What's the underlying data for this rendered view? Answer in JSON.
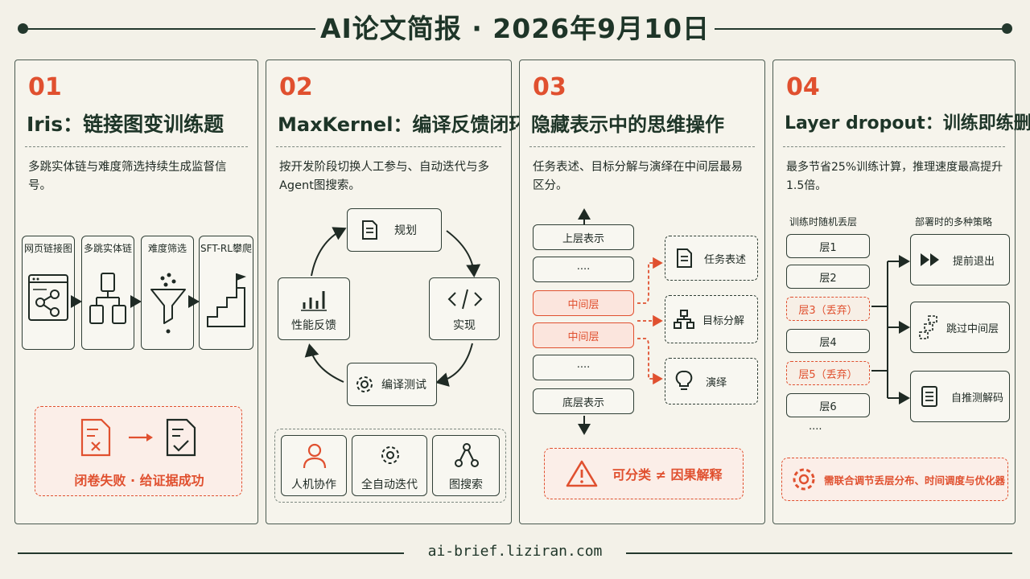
{
  "header": {
    "title": "AI论文简报 · 2026年9月10日"
  },
  "cards": [
    {
      "num": "01",
      "title": "Iris：链接图变训练题",
      "desc": "多跳实体链与难度筛选持续生成监督信号。",
      "steps": [
        "网页链接图",
        "多跳实体链",
        "难度筛选",
        "SFT-RL攀爬"
      ],
      "result": "闭卷失败 · 给证据成功"
    },
    {
      "num": "02",
      "title": "MaxKernel：编译反馈闭环",
      "desc": "按开发阶段切换人工参与、自动迭代与多Agent图搜索。",
      "cycle": [
        "规划",
        "实现",
        "编译测试",
        "性能反馈"
      ],
      "modes": [
        "人机协作",
        "全自动迭代",
        "图搜索"
      ]
    },
    {
      "num": "03",
      "title": "隐藏表示中的思维操作",
      "desc": "任务表述、目标分解与演绎在中间层最易区分。",
      "layers": [
        "上层表示",
        "····",
        "中间层",
        "中间层",
        "····",
        "底层表示"
      ],
      "ops": [
        "任务表述",
        "目标分解",
        "演绎"
      ],
      "warning": "可分类 ≠ 因果解释"
    },
    {
      "num": "04",
      "title": "Layer dropout：训练即练删层",
      "desc": "最多节省25%训练计算，推理速度最高提升1.5倍。",
      "left_header": "训练时随机丢层",
      "right_header": "部署时的多种策略",
      "layers": [
        "层1",
        "层2",
        "层3（丢弃）",
        "层4",
        "层5（丢弃）",
        "层6",
        "····"
      ],
      "strategies": [
        "提前退出",
        "跳过中间层",
        "自推测解码"
      ],
      "note": "需联合调节丢层分布、时间调度与优化器"
    }
  ],
  "footer": {
    "url": "ai-brief.liziran.com"
  }
}
